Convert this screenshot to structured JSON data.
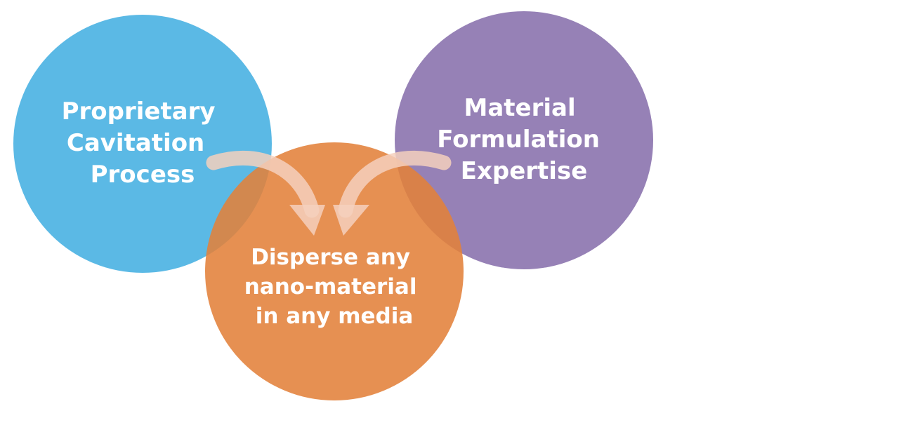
{
  "circles": [
    {
      "id": "cavitation",
      "color": "#5bb9e5",
      "lines": [
        "Proprietary",
        "Cavitation",
        "Process"
      ]
    },
    {
      "id": "formulation",
      "color": "#9681b6",
      "lines": [
        "Material",
        "Formulation",
        "Expertise"
      ]
    },
    {
      "id": "result",
      "color": "#e2813a",
      "lines": [
        "Disperse any",
        "nano-material",
        "in any media"
      ]
    }
  ],
  "arrow_color": "#f4d0bd"
}
